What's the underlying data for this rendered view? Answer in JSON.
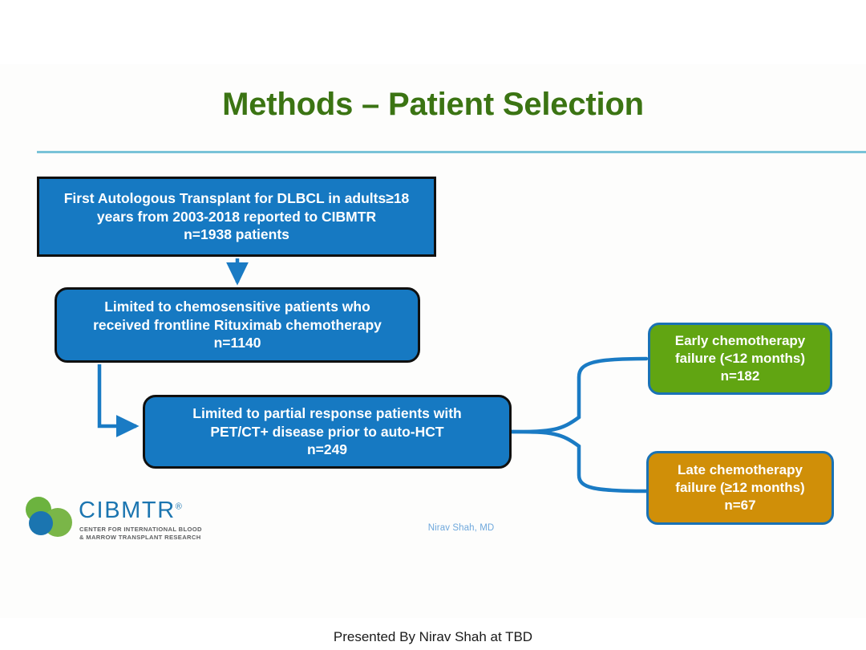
{
  "slide": {
    "title": "Methods – Patient Selection",
    "footer": "Presented By Nirav Shah at TBD",
    "presenter_credit": "Nirav Shah, MD"
  },
  "colors": {
    "title_green": "#3b7413",
    "rule_blue": "#79c3d8",
    "box_blue": "#1679c2",
    "box_green": "#61a512",
    "box_orange": "#d08f08",
    "box_border_black": "#10100f",
    "box_border_blue": "#1a72b5",
    "connector_blue": "#1a7bc4",
    "credit_blue": "#6fa8dc",
    "logo_blue": "#1b75b0",
    "logo_green": "#6cb33f",
    "logo_circle_blue": "#1b75b0"
  },
  "flow": {
    "boxes": [
      {
        "id": "cohort",
        "style": "blue-sharp",
        "lines": [
          "First Autologous Transplant for DLBCL in adults≥18",
          "years from 2003-2018 reported to CIBMTR",
          "n=1938 patients"
        ],
        "n_label": "n=1938 patients",
        "n_value": 1938
      },
      {
        "id": "chemosensitive",
        "style": "blue-round",
        "lines": [
          "Limited to chemosensitive patients who",
          "received frontline Rituximab chemotherapy",
          "n=1140"
        ],
        "n_label": "n=1140",
        "n_value": 1140
      },
      {
        "id": "partial-response",
        "style": "blue-round",
        "lines": [
          "Limited to partial response patients with",
          "PET/CT+ disease prior to auto-HCT",
          "n=249"
        ],
        "n_label": "n=249",
        "n_value": 249
      },
      {
        "id": "early-failure",
        "style": "green-round",
        "lines": [
          "Early chemotherapy",
          "failure  (<12 months)",
          "n=182"
        ],
        "n_label": "n=182",
        "n_value": 182
      },
      {
        "id": "late-failure",
        "style": "orange-round",
        "lines": [
          "Late chemotherapy",
          "failure (≥12 months)",
          "n=67"
        ],
        "n_label": "n=67",
        "n_value": 67
      }
    ]
  },
  "logo": {
    "wordmark": "CIBMTR",
    "registered_mark": "®",
    "tagline_line1": "CENTER FOR INTERNATIONAL BLOOD",
    "tagline_line2": "& MARROW TRANSPLANT RESEARCH"
  }
}
